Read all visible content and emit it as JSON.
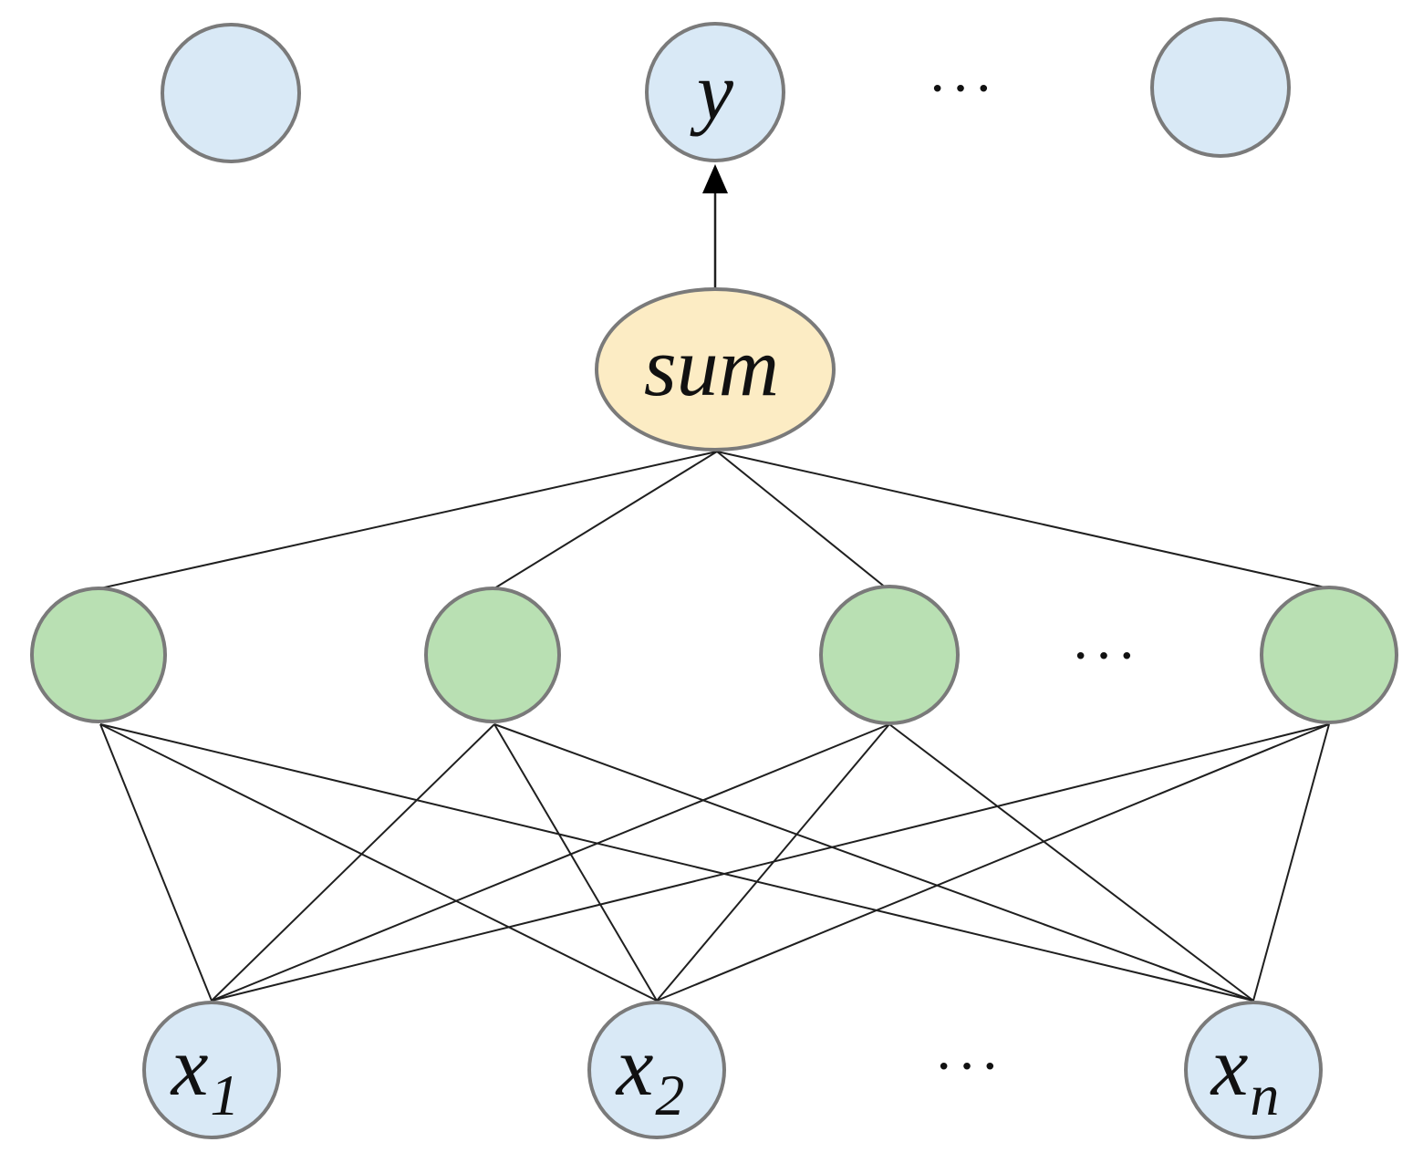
{
  "colors": {
    "input_node_fill": "#d9e9f6",
    "hidden_node_fill": "#b9e0b3",
    "sum_node_fill": "#fcecc4",
    "node_stroke": "#7a7a7a"
  },
  "output_layer": {
    "y_label": "y",
    "ellipsis": "···"
  },
  "sum_node": {
    "label": "sum"
  },
  "hidden_layer": {
    "ellipsis": "···"
  },
  "input_layer": {
    "x1": {
      "base": "x",
      "sub": "1"
    },
    "x2": {
      "base": "x",
      "sub": "2"
    },
    "xn": {
      "base": "x",
      "sub": "n"
    },
    "ellipsis": "···"
  }
}
